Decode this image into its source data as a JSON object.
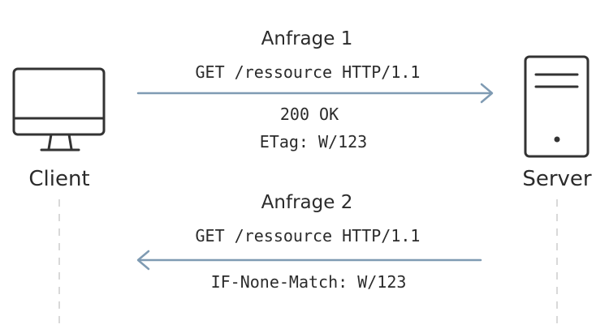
{
  "client": {
    "label": "Client",
    "icon": "monitor-icon"
  },
  "server": {
    "label": "Server",
    "icon": "server-icon"
  },
  "request1": {
    "title": "Anfrage 1",
    "request_line": "GET /ressource HTTP/1.1",
    "status_line": "200 OK",
    "header_line": "ETag: W/123",
    "direction": "client-to-server"
  },
  "request2": {
    "title": "Anfrage 2",
    "request_line": "GET /ressource HTTP/1.1",
    "header_line": "IF-None-Match: W/123",
    "direction": "server-to-client"
  },
  "colors": {
    "text": "#2b2b2b",
    "arrow": "#7f9bb3",
    "lifeline": "#d9d9d9",
    "icon_stroke": "#333333"
  }
}
